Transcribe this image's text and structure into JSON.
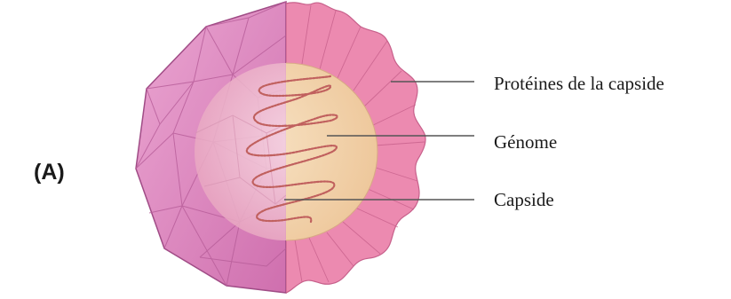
{
  "figure": {
    "panel_label": "(A)",
    "labels": {
      "capsid_proteins": "Protéines de la capside",
      "genome": "Génome",
      "capsid": "Capside"
    }
  },
  "colors": {
    "capsid_face": "#e58fc4",
    "capsid_edge": "#a04c86",
    "capsomere_outer": "#ec8ab0",
    "capsomere_inner": "#f7c4d6",
    "inner_sphere_left": "#f5ccd9",
    "inner_sphere_right": "#f3d7b2",
    "genome_strand": "#c0605e",
    "callout_line": "#555555"
  }
}
